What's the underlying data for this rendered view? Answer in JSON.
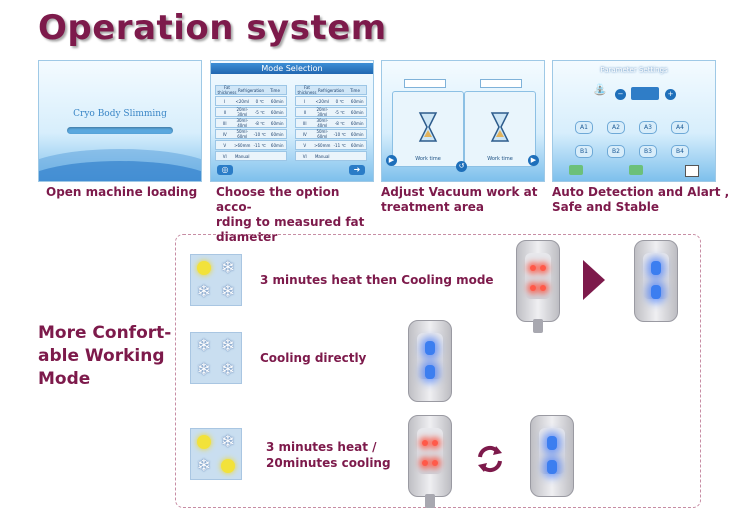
{
  "header": {
    "title": "Operation system"
  },
  "screens": [
    {
      "caption": "Open machine loading",
      "ui_text": "Cryo Body Slimming"
    },
    {
      "caption": "Choose the option acco-\nrding to measured fat\ndiameter",
      "ui_text": "Mode Selection",
      "table_headers": [
        "Fat thickness",
        "Refrigeration",
        "Time"
      ],
      "left_rows": [
        [
          "I",
          "<20ml",
          "0 ℃",
          "60min"
        ],
        [
          "II",
          "20ml-30ml",
          "-5 ℃",
          "60min"
        ],
        [
          "III",
          "30ml-40ml",
          "-8 ℃",
          "60min"
        ],
        [
          "IV",
          "50ml-60ml",
          "-10 ℃",
          "60min"
        ],
        [
          "V",
          ">60mm",
          "-11 ℃",
          "60min"
        ],
        [
          "VI",
          "Manual",
          "",
          ""
        ]
      ],
      "right_rows": [
        [
          "I",
          "<20ml",
          "0 ℃",
          "60min"
        ],
        [
          "II",
          "20ml-30ml",
          "-5 ℃",
          "60min"
        ],
        [
          "III",
          "30ml-40ml",
          "-8 ℃",
          "60min"
        ],
        [
          "IV",
          "50ml-60ml",
          "-10 ℃",
          "60min"
        ],
        [
          "V",
          ">60mm",
          "-11 ℃",
          "60min"
        ],
        [
          "VI",
          "Manual",
          "",
          ""
        ]
      ]
    },
    {
      "caption": "Adjust Vacuum work at\ntreatment area",
      "panel_labels": [
        "Work time",
        "Work time"
      ]
    },
    {
      "caption": "Auto Detection and Alart ,\nSafe and Stable",
      "ui_text": "Parameter Settings",
      "keys_row1": [
        "A1",
        "A2",
        "A3",
        "A4"
      ],
      "keys_row2": [
        "B1",
        "B2",
        "B3",
        "B4"
      ]
    }
  ],
  "modes": {
    "heading": "More Confort-\nable Working\nMode",
    "items": [
      {
        "label": "3 minutes heat then Cooling mode"
      },
      {
        "label": "Cooling directly"
      },
      {
        "label": "3 minutes heat /\n20minutes cooling"
      }
    ]
  },
  "colors": {
    "brand": "#7d1a4b",
    "screen_blue": "#3a86c6"
  }
}
